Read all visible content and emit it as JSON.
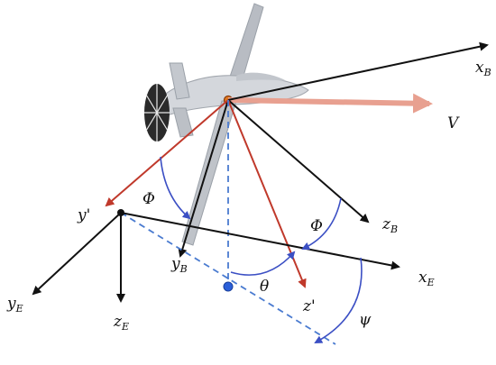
{
  "labels": {
    "xB": {
      "main": "x",
      "sub": "B"
    },
    "V": {
      "main": "V"
    },
    "yprime": {
      "main": "y'"
    },
    "phi_left": {
      "main": "Φ"
    },
    "phi_right": {
      "main": "Φ"
    },
    "zB": {
      "main": "z",
      "sub": "B"
    },
    "yB": {
      "main": "y",
      "sub": "B"
    },
    "xE": {
      "main": "x",
      "sub": "E"
    },
    "theta": {
      "main": "θ"
    },
    "zprime": {
      "main": "z'"
    },
    "yE": {
      "main": "y",
      "sub": "E"
    },
    "zE": {
      "main": "z",
      "sub": "E"
    },
    "psi": {
      "main": "ψ"
    }
  },
  "colors": {
    "axis": "#111111",
    "red_axis": "#c0392b",
    "velocity": "#e8a090",
    "arc": "#3b4fc4",
    "dashed": "#4a7bd0",
    "point": "#2b5fd9",
    "aircraft_body": "#c8ccd2",
    "aircraft_dark": "#8b9098",
    "propeller": "#2a2a2a"
  }
}
